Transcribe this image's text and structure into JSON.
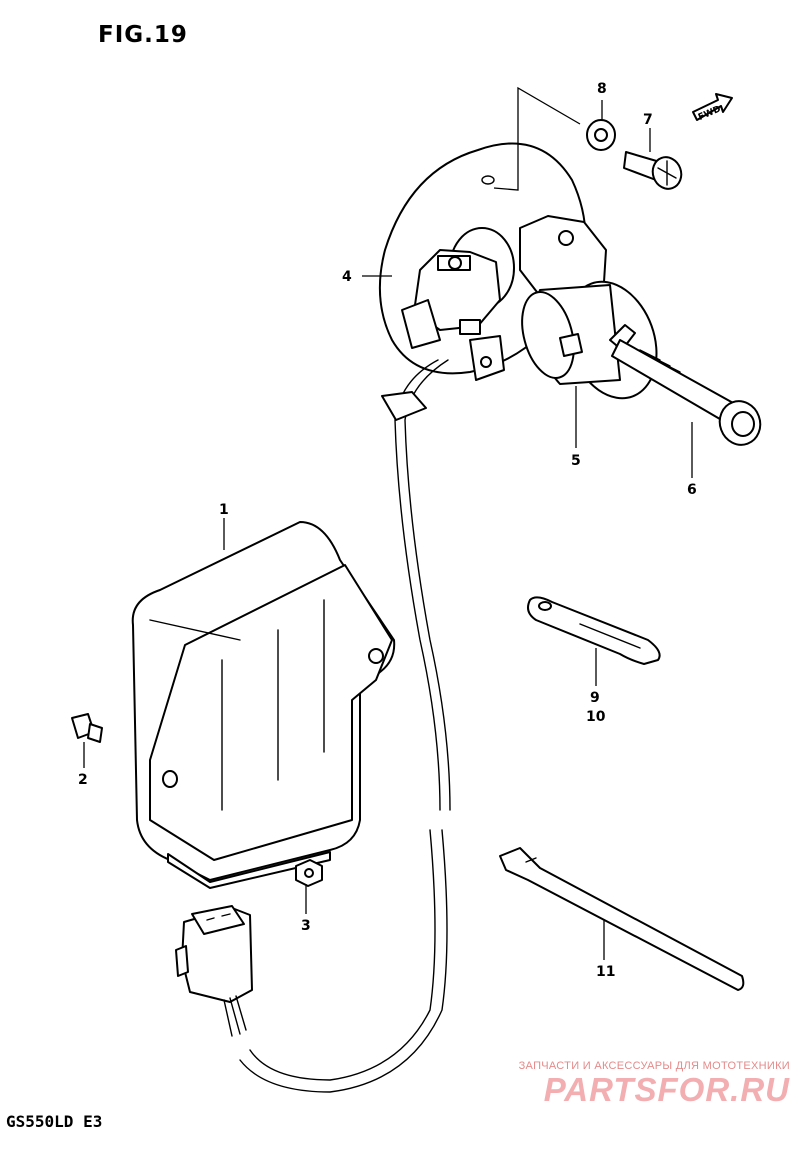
{
  "figure_title": "FIG.19",
  "model_code": "GS550LD E3",
  "fwd_label": "FWD",
  "watermark": {
    "tagline": "ЗАПЧАСТИ И АКСЕССУАРЫ ДЛЯ МОТОТЕХНИКИ",
    "brand": "PARTSFOR.RU"
  },
  "callouts": [
    {
      "id": "c1",
      "label": "1"
    },
    {
      "id": "c2",
      "label": "2"
    },
    {
      "id": "c3",
      "label": "3"
    },
    {
      "id": "c4",
      "label": "4"
    },
    {
      "id": "c5",
      "label": "5"
    },
    {
      "id": "c6",
      "label": "6"
    },
    {
      "id": "c7",
      "label": "7"
    },
    {
      "id": "c8",
      "label": "8"
    },
    {
      "id": "c9",
      "label": "9"
    },
    {
      "id": "c10",
      "label": "10"
    },
    {
      "id": "c11",
      "label": "11"
    }
  ]
}
